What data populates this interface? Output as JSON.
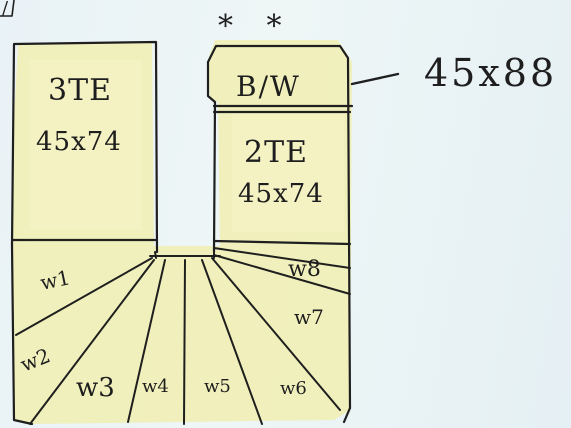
{
  "colors": {
    "paper": "#eaf3f6",
    "highlight": "#f3f0b4",
    "ink": "#1f1f1f"
  },
  "corner_mark": "/",
  "stars": "* *",
  "panels": {
    "left": {
      "code": "3TE",
      "size": "45x74"
    },
    "right_top": {
      "code": "B/W",
      "size": "45x88"
    },
    "right_main": {
      "code": "2TE",
      "size": "45x74"
    }
  },
  "winders": [
    "w1",
    "w2",
    "w3",
    "w4",
    "w5",
    "w6",
    "w7",
    "w8"
  ]
}
